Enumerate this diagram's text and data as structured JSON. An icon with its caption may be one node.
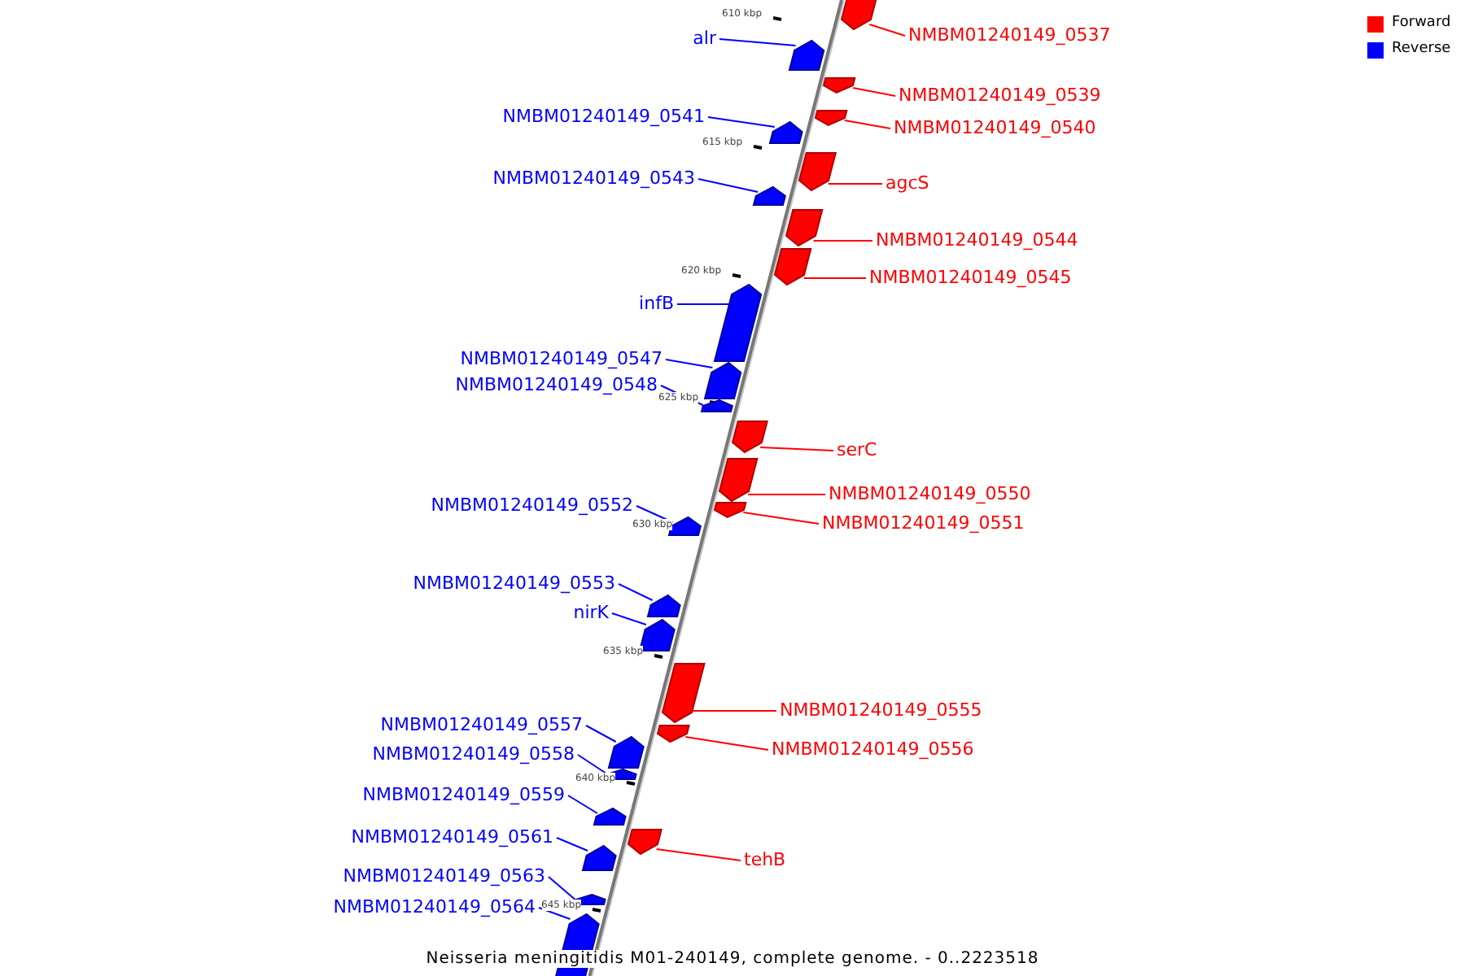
{
  "diagram": {
    "caption": "Neisseria meningitidis M01-240149, complete genome. - 0..2223518",
    "nodes": [
      {
        "text": [
          "NMBM01240149_0537"
        ]
      },
      {
        "text": [],
        "shape": "bar"
      },
      {
        "text": [
          "alr"
        ]
      },
      {
        "text": [],
        "shape": "bar"
      },
      {
        "text": [
          "NMBM01240149_0539"
        ]
      },
      {
        "text": [],
        "shape": "bar"
      },
      {
        "text": [
          "NMBM01240149_0541"
        ]
      },
      {
        "text": [],
        "shape": "bar"
      },
      {
        "text": [
          "NMBM01240149_0540"
        ]
      },
      {
        "text": [],
        "shape": "bar"
      },
      {
        "text": [
          "NMBM01240149_0543"
        ]
      },
      {
        "text": [],
        "shape": "bar"
      },
      {
        "text": [
          "agcS"
        ]
      },
      {
        "text": [],
        "shape": "bar"
      },
      {
        "text": [
          "NMBM01240149_0544"
        ]
      },
      {
        "text": [],
        "shape": "bar"
      },
      {
        "text": [
          "NMBM01240149_0545"
        ]
      },
      {
        "text": [],
        "shape": "bar"
      },
      {
        "text": [
          "infB"
        ]
      },
      {
        "text": [],
        "shape": "bar"
      },
      {
        "text": [
          "NMBM01240149_0547"
        ]
      },
      {
        "text": [],
        "shape": "bar"
      },
      {
        "text": [
          "NMBM01240149_0548"
        ]
      },
      {
        "text": [],
        "shape": "bar"
      },
      {
        "text": [
          "serC"
        ]
      },
      {
        "text": [],
        "shape": "bar"
      },
      {
        "text": [
          "NMBM01240149_0550"
        ]
      },
      {
        "text": [],
        "shape": "bar"
      },
      {
        "text": [
          "NMBM01240149_0552"
        ]
      },
      {
        "text": [],
        "shape": "bar"
      },
      {
        "text": [
          "NMBM01240149_0551"
        ]
      },
      {
        "text": [],
        "shape": "bar"
      },
      {
        "text": [
          "NMBM01240149_0553"
        ]
      },
      {
        "text": [],
        "shape": "bar"
      },
      {
        "text": [
          "nirK"
        ]
      },
      {
        "text": [],
        "shape": "bar"
      },
      {
        "text": [
          "NMBM01240149_0555"
        ]
      },
      {
        "text": [],
        "shape": "bar"
      },
      {
        "text": [
          "NMBM01240149_0557"
        ]
      },
      {
        "text": [],
        "shape": "bar"
      },
      {
        "text": [
          "NMBM01240149_0556"
        ]
      },
      {
        "text": [],
        "shape": "bar"
      },
      {
        "text": [
          "NMBM01240149_0558"
        ]
      },
      {
        "text": [],
        "shape": "bar"
      },
      {
        "text": [
          "NMBM01240149_0559"
        ]
      },
      {
        "text": [],
        "shape": "bar"
      },
      {
        "text": [
          "NMBM01240149_0561"
        ]
      },
      {
        "text": [],
        "shape": "bar"
      },
      {
        "text": [
          "tehB"
        ]
      },
      {
        "text": [],
        "shape": "bar"
      },
      {
        "text": [
          "NMBM01240149_0563"
        ]
      },
      {
        "text": [],
        "shape": "bar"
      },
      {
        "text": [
          "NMBM01240149_0564"
        ]
      },
      {
        "text": [],
        "shape": "bar"
      }
    ],
    "edges": [
      {
        "from": 0,
        "to": 1,
        "arrow": "none",
        "color": "#ff0000"
      },
      {
        "from": 2,
        "to": 3,
        "arrow": "none"
      },
      {
        "from": 4,
        "to": 5,
        "arrow": "none",
        "color": "#ff0000"
      },
      {
        "from": 6,
        "to": 7,
        "arrow": "none"
      },
      {
        "from": 8,
        "to": 9,
        "arrow": "none",
        "color": "#ff0000"
      },
      {
        "from": 10,
        "to": 11,
        "arrow": "none"
      },
      {
        "from": 12,
        "to": 13,
        "arrow": "none",
        "color": "#ff0000"
      },
      {
        "from": 14,
        "to": 15,
        "arrow": "none",
        "color": "#ff0000"
      },
      {
        "from": 16,
        "to": 17,
        "arrow": "none",
        "color": "#ff0000"
      },
      {
        "from": 18,
        "to": 19,
        "arrow": "none"
      },
      {
        "from": 20,
        "to": 21,
        "arrow": "none"
      },
      {
        "from": 22,
        "to": 23,
        "arrow": "none"
      },
      {
        "from": 24,
        "to": 25,
        "arrow": "none",
        "color": "#ff0000"
      },
      {
        "from": 26,
        "to": 27,
        "arrow": "none",
        "color": "#ff0000"
      },
      {
        "from": 28,
        "to": 29,
        "arrow": "none"
      },
      {
        "from": 30,
        "to": 31,
        "arrow": "none",
        "color": "#ff0000"
      },
      {
        "from": 32,
        "to": 33,
        "arrow": "none"
      },
      {
        "from": 34,
        "to": 35,
        "arrow": "none"
      },
      {
        "from": 36,
        "to": 37,
        "arrow": "none",
        "color": "#ff0000"
      },
      {
        "from": 38,
        "to": 39,
        "arrow": "none"
      },
      {
        "from": 40,
        "to": 41,
        "arrow": "none",
        "color": "#ff0000"
      },
      {
        "from": 42,
        "to": 43,
        "arrow": "none"
      },
      {
        "from": 44,
        "to": 45,
        "arrow": "none"
      },
      {
        "from": 46,
        "to": 47,
        "arrow": "none"
      },
      {
        "from": 48,
        "to": 49,
        "arrow": "none",
        "color": "#ff0000"
      },
      {
        "from": 50,
        "to": 51,
        "arrow": "none"
      },
      {
        "from": 52,
        "to": 53,
        "arrow": "none"
      }
    ],
    "labels": [
      "610 kbp",
      "615 kbp",
      "620 kbp",
      "625 kbp",
      "630 kbp",
      "635 kbp",
      "640 kbp",
      "645 kbp"
    ],
    "legend": [
      {
        "text": "Forward",
        "color": "#ff0000"
      },
      {
        "text": "Reverse",
        "color": "#0000ff"
      }
    ]
  }
}
